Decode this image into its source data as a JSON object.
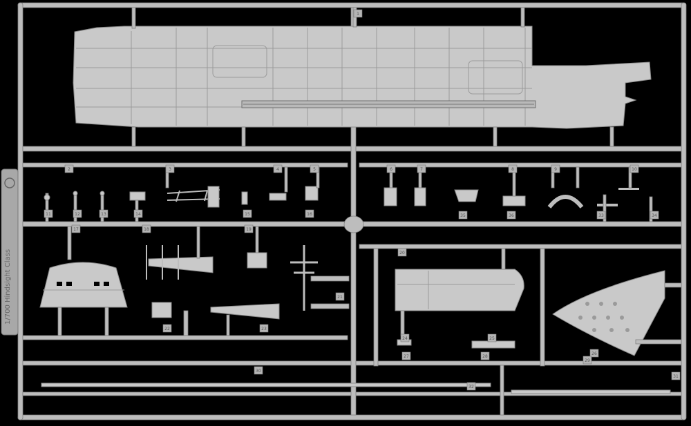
{
  "photo": {
    "subject": "plastic model kit sprue",
    "background_color": "#000000",
    "plastic_color": "#c9c9c9"
  },
  "sprue_tab": {
    "text": "1/700 Hindsight Class",
    "logo": "circle emblem"
  },
  "part_numbers": [
    "1",
    "2",
    "3",
    "4",
    "5",
    "6",
    "7",
    "8",
    "9",
    "10",
    "11",
    "12",
    "13",
    "14",
    "15",
    "16",
    "17",
    "18",
    "19",
    "20",
    "21",
    "22",
    "23",
    "24",
    "25",
    "26",
    "27",
    "28",
    "29",
    "30",
    "31",
    "32",
    "33",
    "34",
    "35",
    "36"
  ]
}
